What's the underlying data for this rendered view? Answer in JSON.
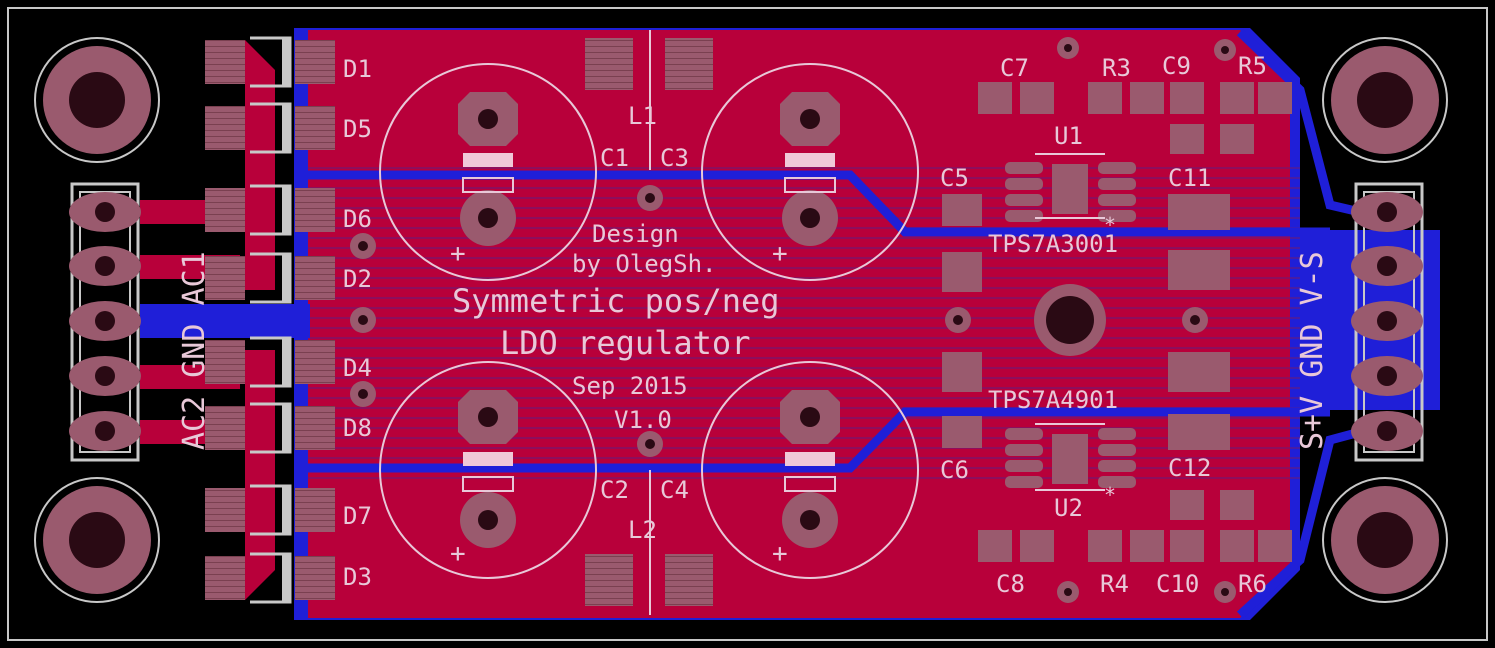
{
  "colors": {
    "background": "#000000",
    "top_copper": "#b8003a",
    "bottom_copper": "#1f1fd8",
    "pad": "#9a5a6e",
    "silkscreen": "#e8c8d8",
    "outline": "#c8c8c8"
  },
  "title_line1": "Symmetric pos/neg",
  "title_line2": "LDO regulator",
  "design_line1": "Design",
  "design_line2": "by OlegSh.",
  "date": "Sep 2015",
  "version": "V1.0",
  "connector_left": "AC2 GND AC1",
  "connector_right": "S+V GND V-S",
  "ic1": {
    "ref": "U1",
    "part": "TPS7A3001"
  },
  "ic2": {
    "ref": "U2",
    "part": "TPS7A4901"
  },
  "labels": {
    "d1": "D1",
    "d5": "D5",
    "d6": "D6",
    "d2": "D2",
    "d4": "D4",
    "d8": "D8",
    "d7": "D7",
    "d3": "D3",
    "l1": "L1",
    "l2": "L2",
    "c1": "C1",
    "c2": "C2",
    "c3": "C3",
    "c4": "C4",
    "c5": "C5",
    "c6": "C6",
    "c7": "C7",
    "c8": "C8",
    "c9": "C9",
    "c10": "C10",
    "c11": "C11",
    "c12": "C12",
    "r3": "R3",
    "r4": "R4",
    "r5": "R5",
    "r6": "R6",
    "plus": "+",
    "pin1_mark": "*"
  }
}
